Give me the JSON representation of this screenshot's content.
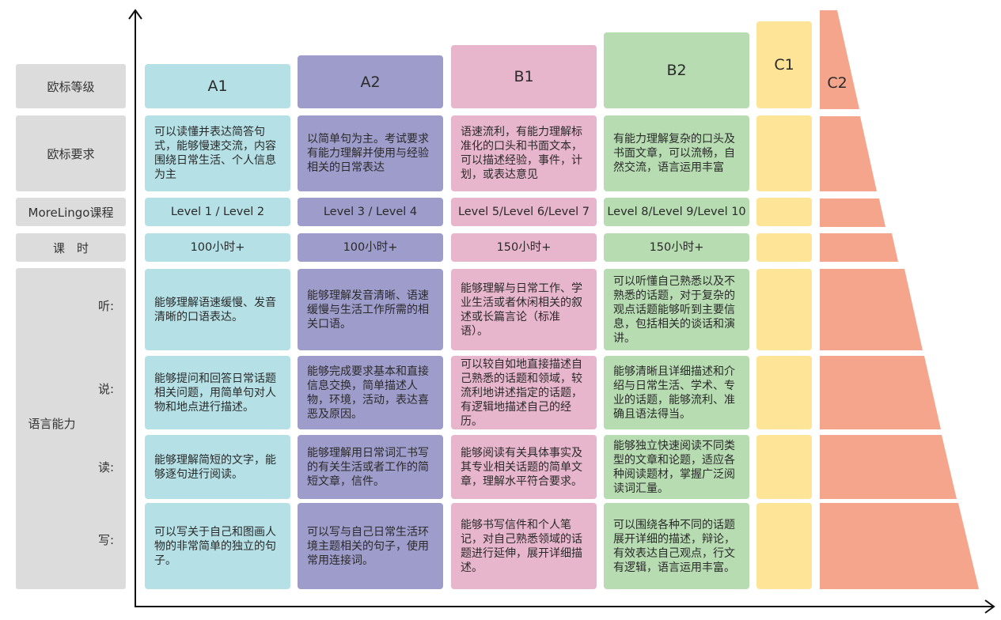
{
  "row_labels": {
    "level": "欧标等级",
    "requirement": "欧标要求",
    "course": "MoreLingo课程",
    "hours": "课　时",
    "ability": "语言能力"
  },
  "skills": {
    "listen": "听:",
    "speak": "说:",
    "read": "读:",
    "write": "写:"
  },
  "levels": [
    {
      "name": "A1",
      "requirement": "可以读懂并表达简答句式，能够慢速交流，内容围绕日常生活、个人信息为主",
      "course": "Level 1  /  Level 2",
      "hours": "100小时+",
      "listen": "能够理解语速缓慢、发音清晰的口语表达。",
      "speak": "能够提问和回答日常话题相关问题，用简单句对人物和地点进行描述。",
      "read": "能够理解简短的文字，能够逐句进行阅读。",
      "write": "可以写关于自己和图画人物的非常简单的独立的句子。"
    },
    {
      "name": "A2",
      "requirement": "以简单句为主。考试要求有能力理解并使用与经验相关的日常表达",
      "course": "Level 3  /  Level 4",
      "hours": "100小时+",
      "listen": "能够理解发音清晰、语速缓慢与生活工作所需的相关口语。",
      "speak": "能够完成要求基本和直接信息交换，简单描述人物，环境，活动，表达喜恶及原因。",
      "read": "能够理解用日常词汇书写的有关生活或者工作的简短文章，信件。",
      "write": "可以写与自己日常生活环境主题相关的句子，使用常用连接词。"
    },
    {
      "name": "B1",
      "requirement": "语速流利，有能力理解标准化的口头和书面文本，可以描述经验，事件，计划，或表达意见",
      "course": "Level 5/Level 6/Level 7",
      "hours": "150小时+",
      "listen": "能够理解与日常工作、学业生活或者休闲相关的叙述或长篇言论（标准语）。",
      "speak": "可以较自如地直接描述自己熟悉的话题和领域，较流利地讲述指定的话题，有逻辑地描述自己的经历。",
      "read": "能够阅读有关具体事实及其专业相关话题的简单文章，理解水平符合要求。",
      "write": "能够书写信件和个人笔记，对自己熟悉领域的话题进行延伸，展开详细描述。"
    },
    {
      "name": "B2",
      "requirement": "有能力理解复杂的口头及书面文章，可以流畅，自然交流，语言运用丰富",
      "course": "Level 8/Level 9/Level 10",
      "hours": "150小时+",
      "listen": "可以听懂自己熟悉以及不熟悉的话题，对于复杂的观点话题能够听到主要信息，包括相关的谈话和演讲。",
      "speak": "能够清晰且详细描述和介绍与日常生活、学术、专业的话题，能够流利、准确且语法得当。",
      "read": "能够独立快速阅读不同类型的文章和论题，适应各种阅读题材，掌握广泛阅读词汇量。",
      "write": "可以围绕各种不同的话题展开详细的描述，辩论，有效表达自己观点，行文有逻辑，语言运用丰富。"
    },
    {
      "name": "C1"
    },
    {
      "name": "C2"
    }
  ],
  "colors": {
    "A1": "#b5e1e6",
    "A2": "#9e9ccb",
    "B1": "#e8b6cc",
    "B2": "#b7dcb2",
    "C1": "#fde497",
    "C2": "#f5a58c",
    "label": "#dcdcdc"
  }
}
